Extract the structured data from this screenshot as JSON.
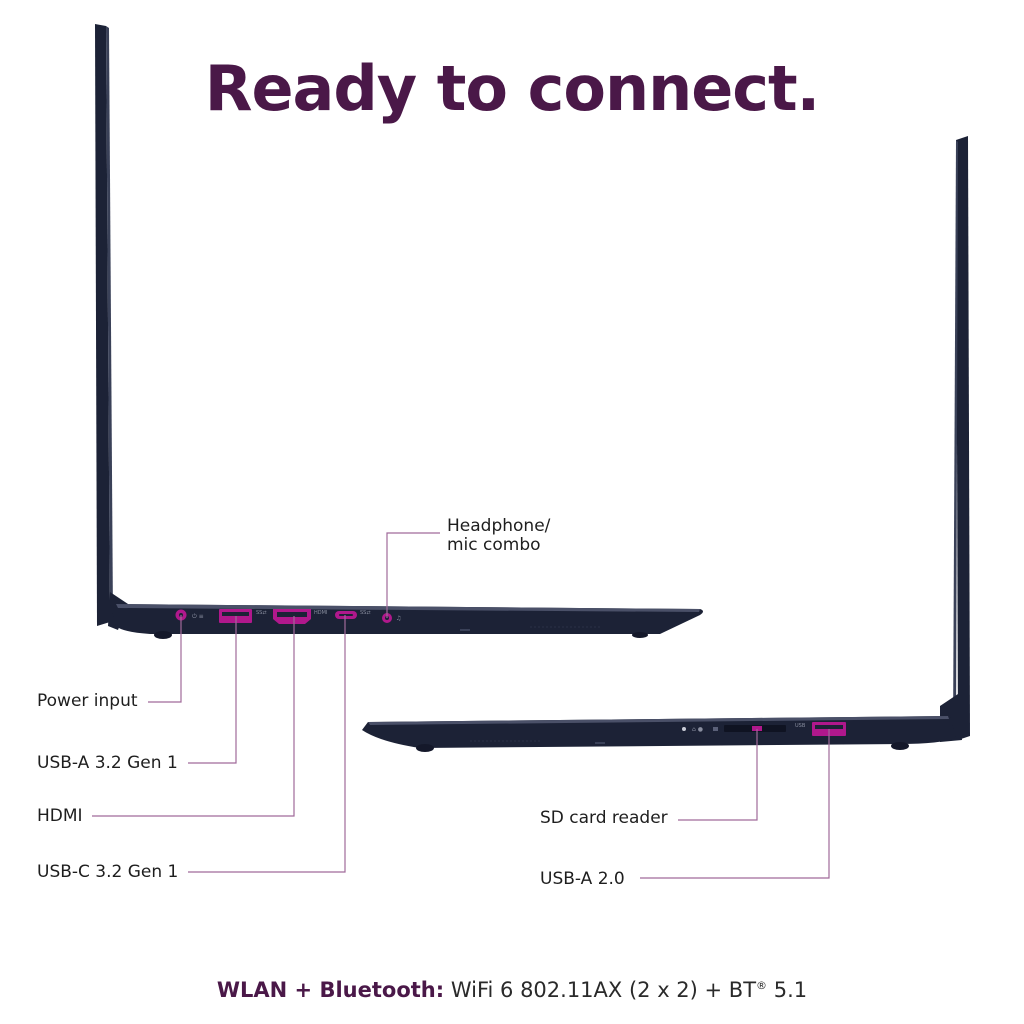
{
  "headline": "Ready to connect.",
  "colors": {
    "brand": "#4a1848",
    "callout": "#a06a9a",
    "port_highlight": "#b0188c",
    "chassis": "#1c2236"
  },
  "left_side": {
    "ports": {
      "power": "Power input",
      "usb_a": "USB-A 3.2 Gen 1",
      "hdmi": "HDMI",
      "usb_c": "USB-C 3.2 Gen 1",
      "audio_line1": "Headphone/",
      "audio_line2": "mic combo"
    }
  },
  "right_side": {
    "ports": {
      "sd": "SD card reader",
      "usb_a2": "USB-A 2.0"
    }
  },
  "footer": {
    "key": "WLAN + Bluetooth:",
    "value": "WiFi 6 802.11AX (2 x 2) + BT",
    "reg": "®",
    "version": "5.1"
  }
}
